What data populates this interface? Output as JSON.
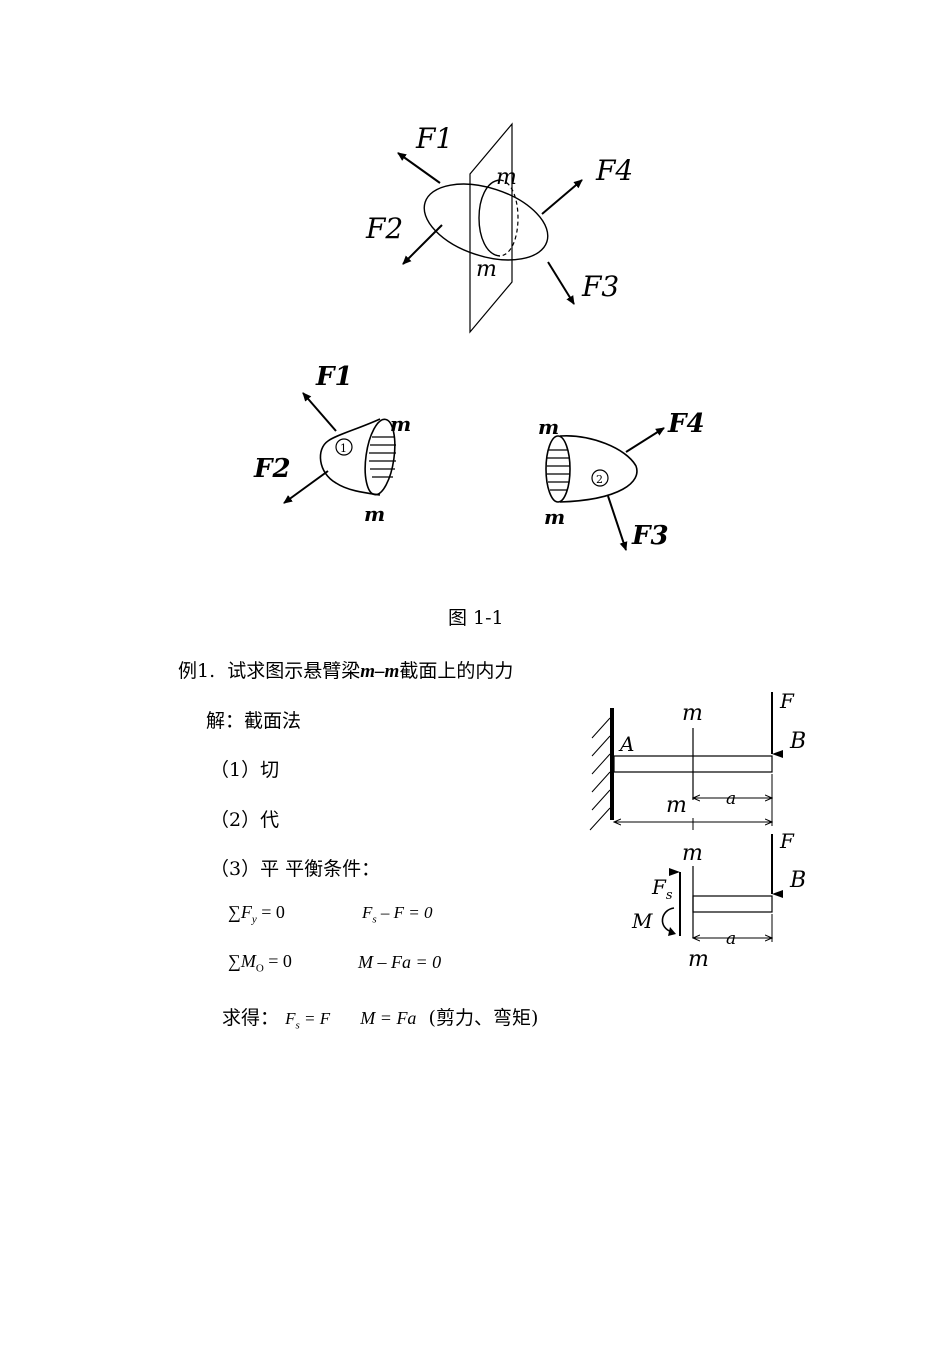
{
  "figure1": {
    "main": {
      "f1": "F1",
      "f2": "F2",
      "f3": "F3",
      "f4": "F4",
      "m_top": "m",
      "m_bottom": "m"
    },
    "left_part": {
      "f1": "F1",
      "f2": "F2",
      "m_top": "m",
      "m_bottom": "m",
      "number": "1"
    },
    "right_part": {
      "f4": "F4",
      "f3": "F3",
      "m_top": "m",
      "m_bottom": "m",
      "number": "2"
    },
    "caption": "图 1-1"
  },
  "example": {
    "title_prefix": "例1.",
    "title_text": "试求图示悬臂梁",
    "title_math": "m–m",
    "title_suffix": "截面上的内力",
    "solution": "解：截面法",
    "step1": "（1）切",
    "step2": "（2）代",
    "step3": "（3）平  平衡条件：",
    "eq1_left": "∑F",
    "eq1_left_sub": "y",
    "eq1_left_rhs": " = 0",
    "eq1_right": "F",
    "eq1_right_sub": "s",
    "eq1_right_rhs": " – F = 0",
    "eq2_left": "∑M",
    "eq2_left_sub": "O",
    "eq2_left_rhs": " = 0",
    "eq2_right": "M – Fa = 0",
    "result_label": "求得：",
    "result_fs": "F",
    "result_fs_sub": "s",
    "result_fs_rhs": " = F",
    "result_m": "M = Fa",
    "result_note": "(剪力、弯矩)"
  },
  "beam_figure": {
    "top": {
      "m_top": "m",
      "force": "F",
      "point_a": "A",
      "point_b": "B",
      "m_bottom": "m",
      "dim_a": "a"
    },
    "bottom": {
      "m_top": "m",
      "force": "F",
      "point_b": "B",
      "shear": "F",
      "shear_sub": "s",
      "moment": "M",
      "dim_a": "a",
      "m_bottom": "m"
    }
  }
}
